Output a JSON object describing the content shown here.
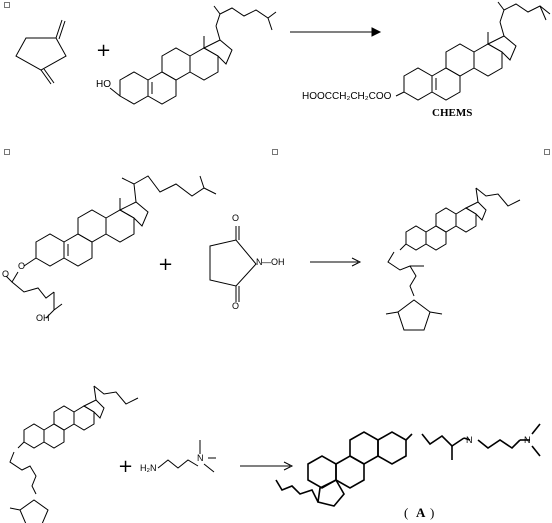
{
  "row1": {
    "plus": "+",
    "ho": "HO",
    "chain": "HOOCCH₂CH₂COO",
    "product_name": "CHEMS"
  },
  "row2": {
    "plus": "+",
    "o_ester": "O",
    "o_carbonyl": "O",
    "oh": "OH",
    "nhs_o_top": "O",
    "nhs_o_bottom": "O",
    "nhs_n": "N",
    "nhs_oh": "—OH",
    "arrow": "⟶"
  },
  "row3": {
    "plus": "+",
    "h2n": "H₂N",
    "n": "N",
    "product_n": "N",
    "amide_nh": "N",
    "label_open": "(",
    "label": "A",
    "label_close": ")",
    "arrow": "⟶"
  },
  "colors": {
    "line": "#000000",
    "oxygen": "#e00000",
    "nitrogen": "#2030c0"
  }
}
